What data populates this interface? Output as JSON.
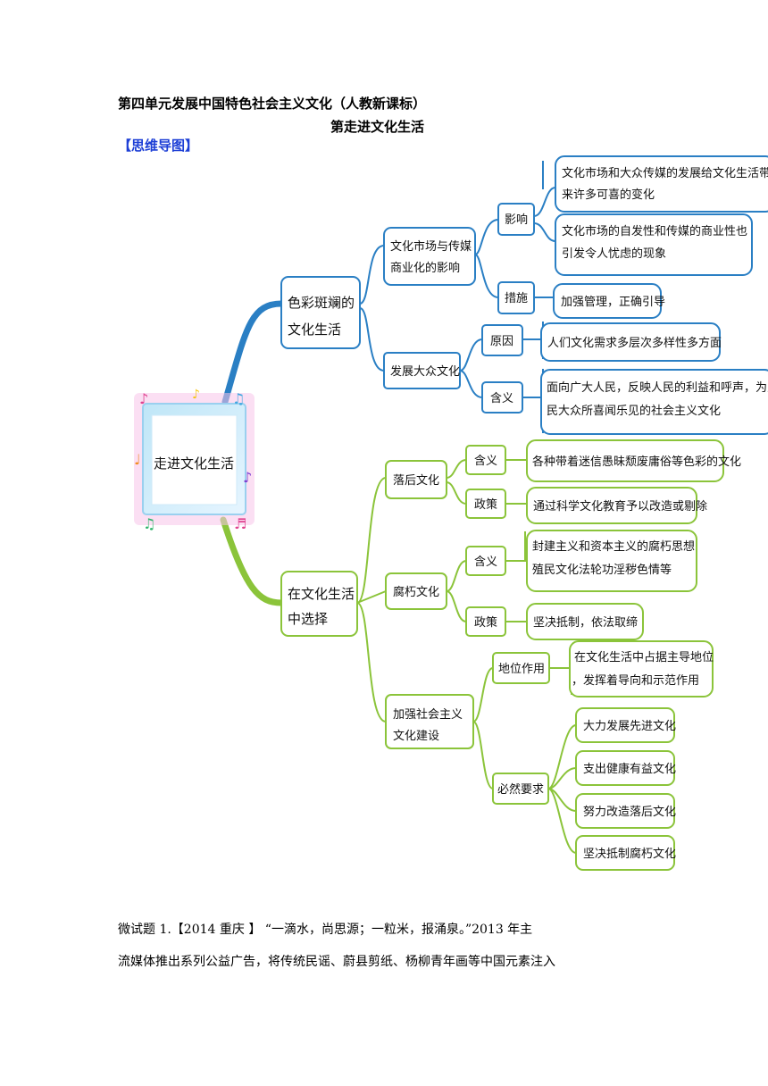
{
  "doc": {
    "title": "第四单元发展中国特色社会主义文化（人教新课标）",
    "subtitle": "第走进文化生活",
    "section_label": "【思维导图】"
  },
  "mindmap": {
    "root": "走进文化生活",
    "b1": {
      "l1": "色彩斑斓的",
      "l2": "文化生活"
    },
    "b1a": {
      "l1": "文化市场与传媒",
      "l2": "商业化的影响"
    },
    "b1a_yx": "影响",
    "b1a_yx_1": {
      "l1": "文化市场和大众传媒的发展给文化生活带",
      "l2": "来许多可喜的变化"
    },
    "b1a_yx_2": {
      "l1": "文化市场的自发性和传媒的商业性也",
      "l2": "引发令人忧虑的现象"
    },
    "b1a_cs": "措施",
    "b1a_cs_1": "加强管理，正确引导",
    "b1b": "发展大众文化",
    "b1b_yy": "原因",
    "b1b_yy_1": "人们文化需求多层次多样性多方面",
    "b1b_hy": "含义",
    "b1b_hy_1": {
      "l1": "面向广大人民，反映人民的利益和呼声，为人",
      "l2": "民大众所喜闻乐见的社会主义文化"
    },
    "b2": {
      "l1": "在文化生活",
      "l2": "中选择"
    },
    "b2a": "落后文化",
    "b2a_hy": "含义",
    "b2a_hy_1": "各种带着迷信愚昧颓废庸俗等色彩的文化",
    "b2a_zc": "政策",
    "b2a_zc_1": "通过科学文化教育予以改造或剔除",
    "b2b": "腐朽文化",
    "b2b_hy": "含义",
    "b2b_hy_1": {
      "l1": "封建主义和资本主义的腐朽思想",
      "l2": "殖民文化法轮功淫秽色情等"
    },
    "b2b_zc": "政策",
    "b2b_zc_1": "坚决抵制，依法取缔",
    "b2c": {
      "l1": "加强社会主义",
      "l2": "文化建设"
    },
    "b2c_dw": "地位作用",
    "b2c_dw_1": {
      "l1": "在文化生活中占据主导地位",
      "l2": "，发挥着导向和示范作用"
    },
    "b2c_yq": "必然要求",
    "b2c_yq_1": "大力发展先进文化",
    "b2c_yq_2": "支出健康有益文化",
    "b2c_yq_3": "努力改造落后文化",
    "b2c_yq_4": "坚决抵制腐朽文化"
  },
  "body": {
    "line1": "微试题 1.【2014 重庆 】 “一滴水，尚思源；一粒米，报涌泉。”2013 年主",
    "line2": "流媒体推出系列公益广告，将传统民谣、蔚县剪纸、杨柳青年画等中国元素注入"
  },
  "colors": {
    "blue": "#2a7fc4",
    "green": "#8bc43a",
    "section": "#1d3fd6"
  }
}
